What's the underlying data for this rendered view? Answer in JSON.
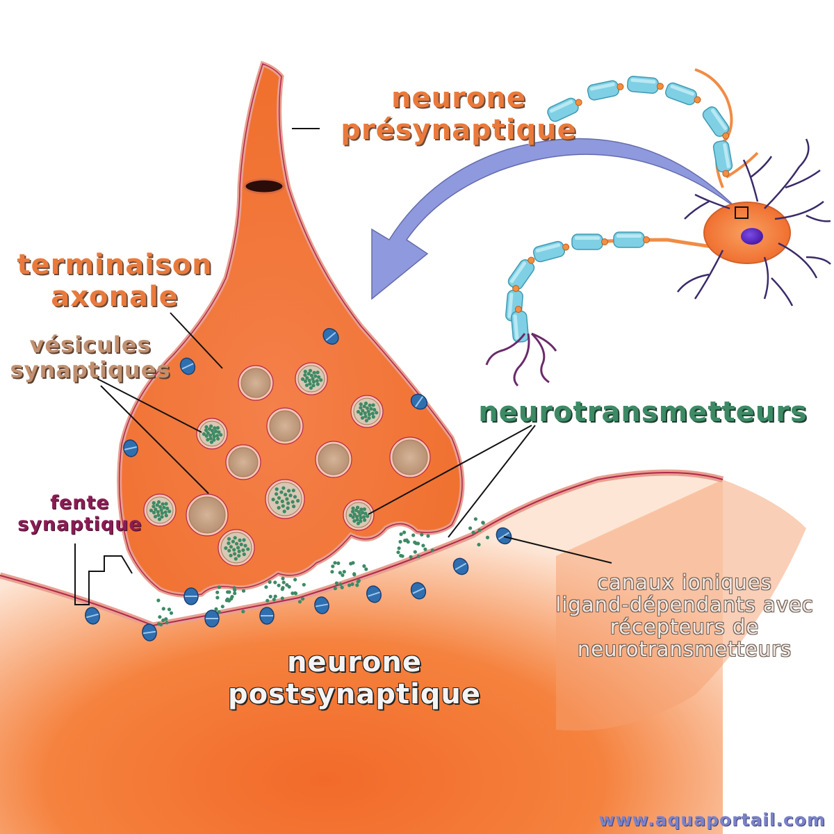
{
  "labels": {
    "presynaptic_line1": "neurone",
    "presynaptic_line2": "présynaptique",
    "axon_terminal_line1": "terminaison",
    "axon_terminal_line2": "axonale",
    "vesicles_line1": "vésicules",
    "vesicles_line2": "synaptiques",
    "neurotransmitters": "neurotransmetteurs",
    "cleft_line1": "fente",
    "cleft_line2": "synaptique",
    "channels_line1": "canaux ioniques",
    "channels_line2": "ligand-dépendants avec",
    "channels_line3": "récepteurs de",
    "channels_line4": "neurotransmetteurs",
    "postsynaptic_line1": "neurone",
    "postsynaptic_line2": "postsynaptique"
  },
  "watermark": "www.aquaportail.com",
  "colors": {
    "neuron_orange": "#f47a3c",
    "membrane": "#e8a090",
    "membrane_edge": "#b0284c",
    "vesicle_fill": "#c9a58a",
    "neurotransmitter": "#3d8a65",
    "channel": "#2f6fb0",
    "myelin": "#7fd0e4",
    "arrow": "#7c88d8",
    "nucleus": "#6a2fd0"
  }
}
